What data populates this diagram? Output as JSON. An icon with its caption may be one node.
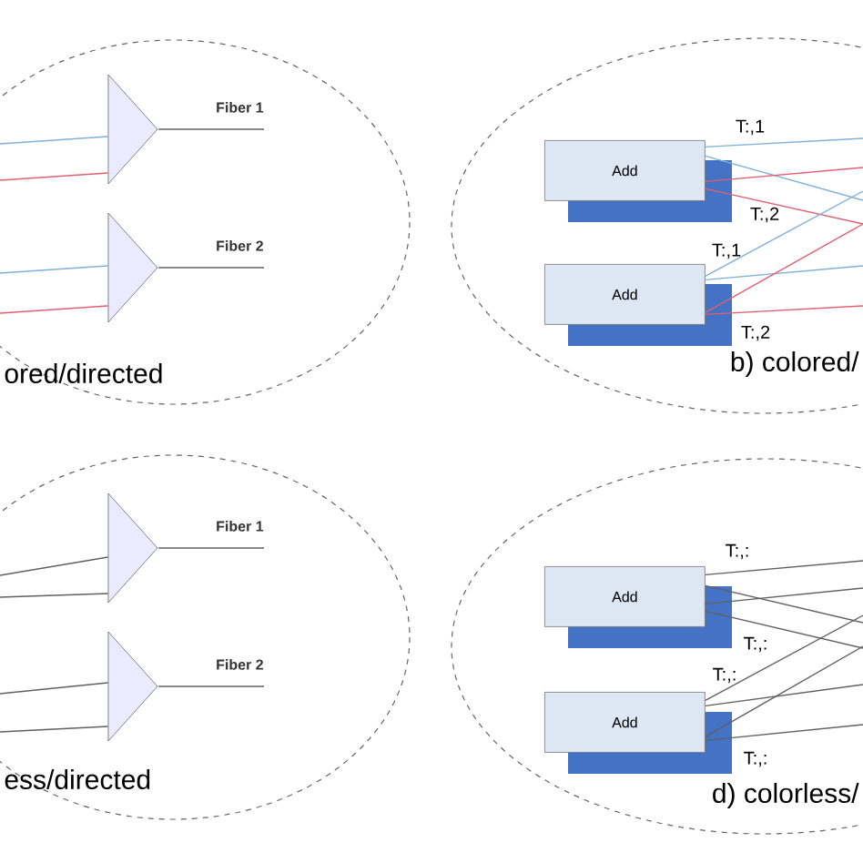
{
  "diagram": {
    "nodes": [
      {
        "text": [
          "ored/directed"
        ]
      },
      {
        "text": [],
        "shape": "triangle",
        "in": 0
      },
      {
        "text": [],
        "shape": "triangle",
        "in": 0
      },
      {
        "text": [
          "b) colored/"
        ]
      },
      {
        "text": [
          "Add"
        ],
        "in": 3,
        "beside": [
          "T:,1",
          "T:,2"
        ]
      },
      {
        "text": [
          "Add"
        ],
        "in": 3,
        "beside": [
          "T:,1",
          "T:,2"
        ]
      },
      {
        "text": [
          "ess/directed"
        ]
      },
      {
        "text": [],
        "shape": "triangle",
        "in": 6
      },
      {
        "text": [],
        "shape": "triangle",
        "in": 6
      },
      {
        "text": [
          "d) colorless/"
        ]
      },
      {
        "text": [
          "Add"
        ],
        "in": 9,
        "beside": [
          "T:,:",
          "T:,:"
        ]
      },
      {
        "text": [
          "Add"
        ],
        "in": 9,
        "beside": [
          "T:,:",
          "T:,:"
        ]
      },
      {
        "text": [
          "Fiber 1"
        ],
        "in": 0
      },
      {
        "text": [
          "Fiber 2"
        ],
        "in": 0
      },
      {
        "text": [
          "Fiber 1"
        ],
        "in": 6
      },
      {
        "text": [
          "Fiber 2"
        ],
        "in": 6
      }
    ],
    "edges": [
      {
        "from": null,
        "to": 1,
        "arrow": "none",
        "color": "#7fb0d8"
      },
      {
        "from": null,
        "to": 1,
        "arrow": "none",
        "color": "#e06070"
      },
      {
        "from": null,
        "to": 2,
        "arrow": "none",
        "color": "#7fb0d8"
      },
      {
        "from": null,
        "to": 2,
        "arrow": "none",
        "color": "#e06070"
      },
      {
        "from": 4,
        "to": null,
        "arrow": "none",
        "color": "#7fb0d8"
      },
      {
        "from": 4,
        "to": null,
        "arrow": "none",
        "color": "#7fb0d8"
      },
      {
        "from": 4,
        "to": null,
        "arrow": "none",
        "color": "#e06070"
      },
      {
        "from": 4,
        "to": null,
        "arrow": "none",
        "color": "#e06070"
      },
      {
        "from": 5,
        "to": null,
        "arrow": "none",
        "color": "#7fb0d8"
      },
      {
        "from": 5,
        "to": null,
        "arrow": "none",
        "color": "#7fb0d8"
      },
      {
        "from": 5,
        "to": null,
        "arrow": "none",
        "color": "#e06070"
      },
      {
        "from": 5,
        "to": null,
        "arrow": "none",
        "color": "#e06070"
      },
      {
        "from": null,
        "to": 7,
        "arrow": "none",
        "color": "#606060"
      },
      {
        "from": null,
        "to": 7,
        "arrow": "none",
        "color": "#606060"
      },
      {
        "from": null,
        "to": 8,
        "arrow": "none",
        "color": "#606060"
      },
      {
        "from": null,
        "to": 8,
        "arrow": "none",
        "color": "#606060"
      },
      {
        "from": 10,
        "to": null,
        "arrow": "none",
        "color": "#606060"
      },
      {
        "from": 10,
        "to": null,
        "arrow": "none",
        "color": "#606060"
      },
      {
        "from": 10,
        "to": null,
        "arrow": "none",
        "color": "#606060"
      },
      {
        "from": 10,
        "to": null,
        "arrow": "none",
        "color": "#606060"
      },
      {
        "from": 11,
        "to": null,
        "arrow": "none",
        "color": "#606060"
      },
      {
        "from": 11,
        "to": null,
        "arrow": "none",
        "color": "#606060"
      },
      {
        "from": 11,
        "to": null,
        "arrow": "none",
        "color": "#606060"
      },
      {
        "from": 11,
        "to": null,
        "arrow": "none",
        "color": "#606060"
      },
      {
        "from": 1,
        "to": 12,
        "arrow": "none",
        "color": "#606060"
      },
      {
        "from": 2,
        "to": 13,
        "arrow": "none",
        "color": "#606060"
      },
      {
        "from": 7,
        "to": 14,
        "arrow": "none",
        "color": "#606060"
      },
      {
        "from": 8,
        "to": 15,
        "arrow": "none",
        "color": "#606060"
      }
    ]
  }
}
